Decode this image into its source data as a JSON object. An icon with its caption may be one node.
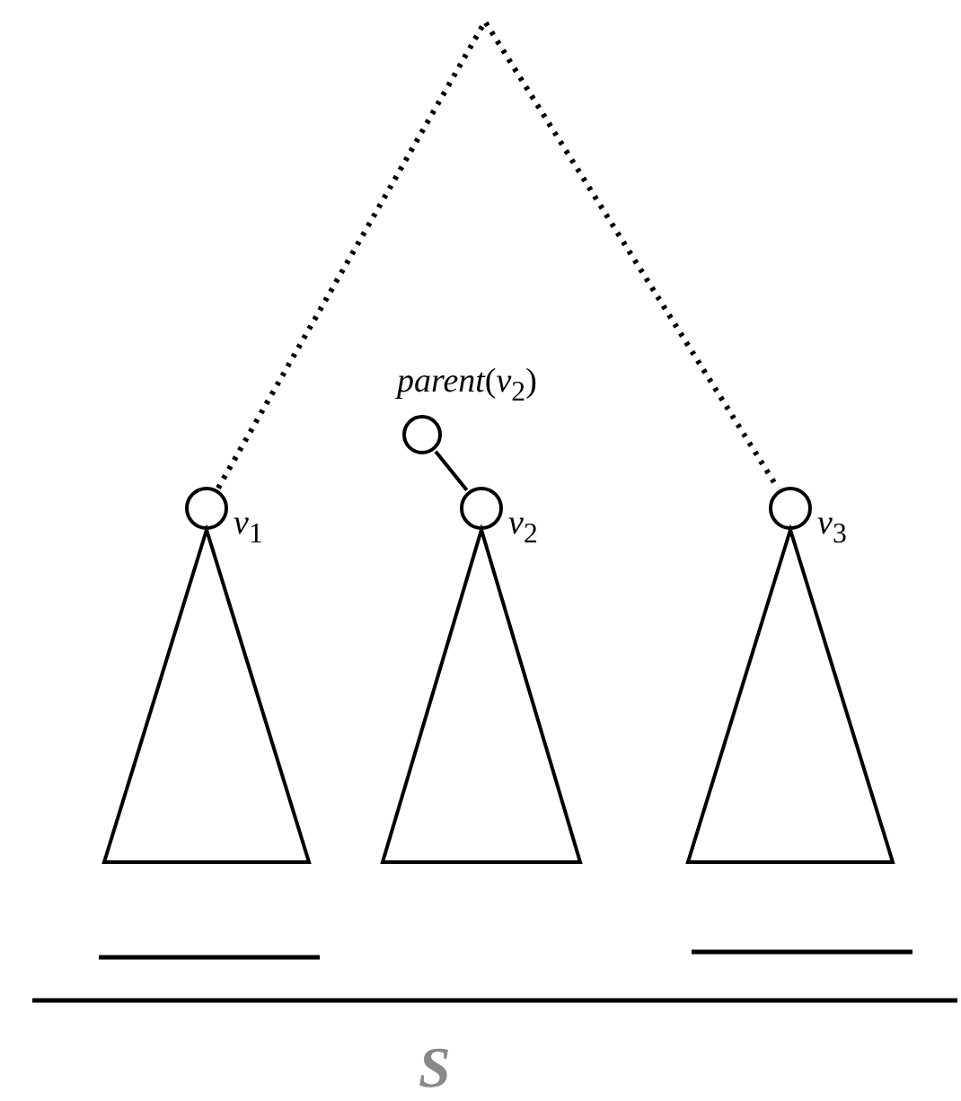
{
  "diagram": {
    "nodes": [
      {
        "text": [],
        "shape": "circle",
        "beside": [
          "*parent*(*v*$_{2}$)"
        ]
      },
      {
        "text": [],
        "shape": "circle",
        "beside": [
          "*v*$_{1}$"
        ]
      },
      {
        "text": [],
        "shape": "circle",
        "beside": [
          "*v*$_{2}$"
        ]
      },
      {
        "text": [],
        "shape": "circle",
        "beside": [
          "*v*$_{3}$"
        ]
      },
      {
        "text": [],
        "shape": "triangle"
      },
      {
        "text": [],
        "shape": "triangle"
      },
      {
        "text": [],
        "shape": "triangle"
      }
    ],
    "edges": [
      {
        "from": 1,
        "to": 3,
        "arrow": "none",
        "style": "dashed"
      },
      {
        "from": 0,
        "to": 2,
        "arrow": "none"
      }
    ],
    "labels": [
      "S"
    ]
  }
}
